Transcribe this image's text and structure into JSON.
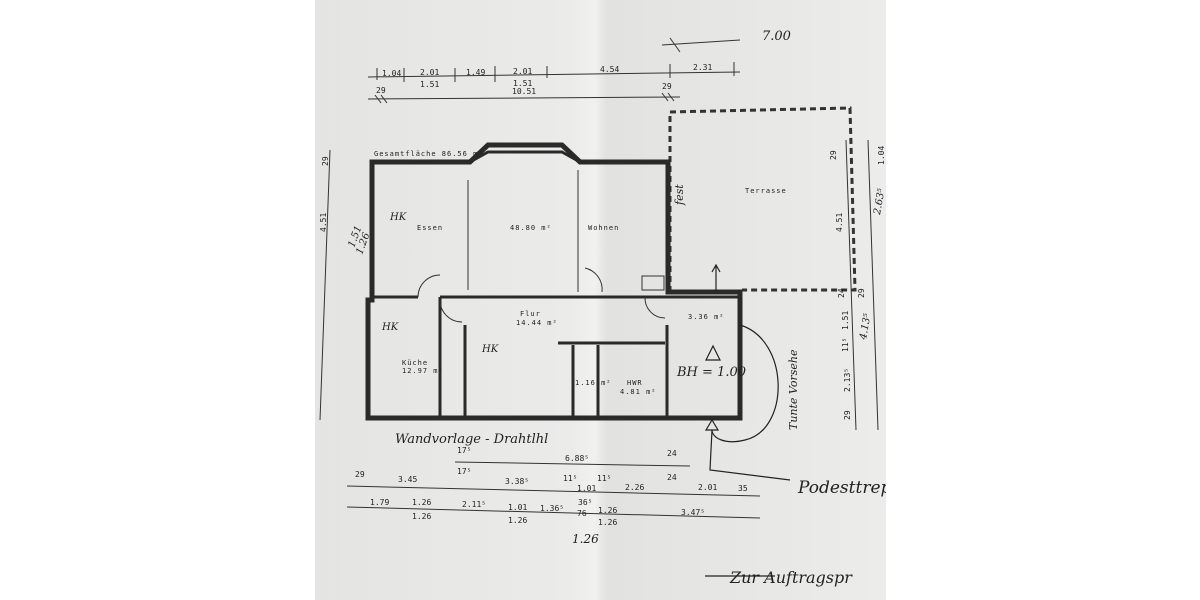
{
  "plan": {
    "rooms": {
      "essen": "Essen",
      "wohnen_area": "48.80 m²",
      "wohnen": "Wohnen",
      "terrasse": "Terrasse",
      "flur": "Flur",
      "flur_area": "14.44 m²",
      "kueche": "Küche",
      "kueche_area": "12.97 m²",
      "abstell_area": "3.36 m²",
      "hwr": "HWR",
      "hwr_area": "4.81 m²",
      "wc_area": "1.16 m²"
    },
    "gross_area": "Gesamtfläche 86.56 m²",
    "top_dims": {
      "row1": [
        "1.04",
        "2.01",
        "1.49",
        "2.01",
        "4.54",
        "2.31"
      ],
      "row1_sub": [
        "1.51",
        "1.51"
      ],
      "wall_left": "29",
      "total": "10.51",
      "wall_right": "29",
      "overall": "7.00"
    },
    "left_dims": [
      "29",
      "4.51"
    ],
    "right_dims": [
      "29",
      "4.51",
      "24",
      "29",
      "1.51",
      "11⁵",
      "2.13⁵",
      "29",
      "1.04",
      "2.63⁵",
      "4.13⁵"
    ],
    "bottom_dims": {
      "row1": [
        "17⁵",
        "6.88⁵",
        "24"
      ],
      "row2": [
        "29",
        "3.45",
        "17⁵",
        "3.38⁵",
        "11⁵",
        "1.01",
        "11⁵",
        "2.26",
        "24",
        "2.01",
        "35"
      ],
      "row3": [
        "1.79",
        "1.26",
        "2.11⁵",
        "1.01",
        "1.36⁵",
        "76",
        "36⁵",
        "1.26",
        "3.47⁵"
      ],
      "row3_sub": [
        "1.26",
        "1.26",
        "1.26"
      ],
      "handwritten": "1.26"
    },
    "annotations": {
      "hk": "HK",
      "fest": "fest",
      "bh": "BH = 1.00",
      "wall_note": "Wandvorlage - Drahtlhl",
      "podest": "Podesttrep",
      "side_note": "Tunte Vorsehe",
      "left_fraction_top": "1.51",
      "left_fraction_bottom": "1.26",
      "footer": "Zur Auftragspr"
    }
  }
}
